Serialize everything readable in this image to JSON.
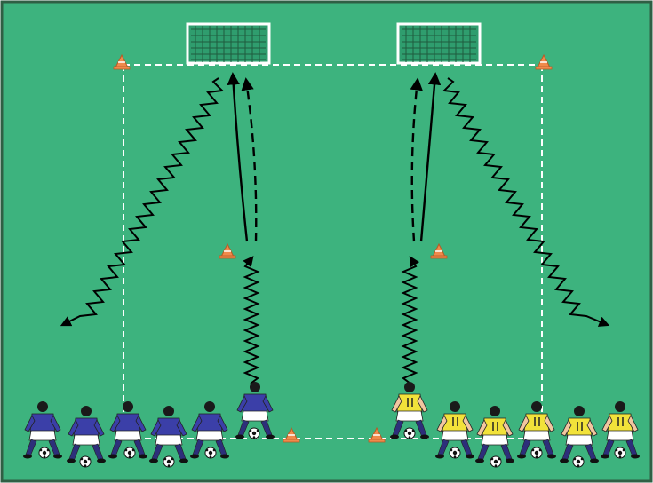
{
  "diagram": {
    "pitch_color": "#3db37e",
    "border_color": "#2f5f44",
    "line_color": "#ffffff",
    "cone_color": "#f08a4b",
    "team_blue": {
      "shirt": "#3b3fa8",
      "shorts": "#ffffff",
      "socks": "#2d2f7a"
    },
    "team_yellow": {
      "shirt": "#f2e23a",
      "shorts": "#ffffff",
      "socks": "#2d2f7a"
    },
    "skin": "#f2c6a0",
    "hair": "#1a1a1a",
    "ball_colors": [
      "#ffffff",
      "#111111"
    ],
    "elements": [
      "goal-left",
      "goal-right",
      "cones",
      "dashed-boundary",
      "dribble-paths",
      "shot-arrows",
      "players",
      "balls"
    ]
  }
}
